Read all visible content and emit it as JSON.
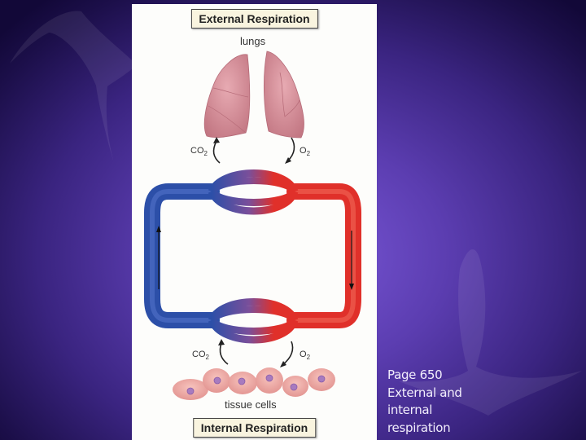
{
  "slide": {
    "background": {
      "center_color": "#7a58d8",
      "edge_color": "#120838"
    },
    "caption": {
      "lines": [
        "Page 650",
        "External and",
        "internal",
        "respiration"
      ]
    }
  },
  "diagram": {
    "top_label": "External Respiration",
    "bottom_label": "Internal Respiration",
    "organ_label": "lungs",
    "cells_label": "tissue cells",
    "top_exchange": {
      "left_gas": "CO",
      "left_sub": "2",
      "right_gas": "O",
      "right_sub": "2"
    },
    "bottom_exchange": {
      "left_gas": "CO",
      "left_sub": "2",
      "right_gas": "O",
      "right_sub": "2"
    },
    "colors": {
      "deoxygenated": "#2c4fa8",
      "oxygenated": "#e0302a",
      "lung": "#d9939f",
      "cell": "#f0aaa6",
      "nucleus": "#a77bbf",
      "label_bg": "#f9f4df"
    },
    "flow_arrows": {
      "left": "up",
      "right": "down"
    }
  }
}
